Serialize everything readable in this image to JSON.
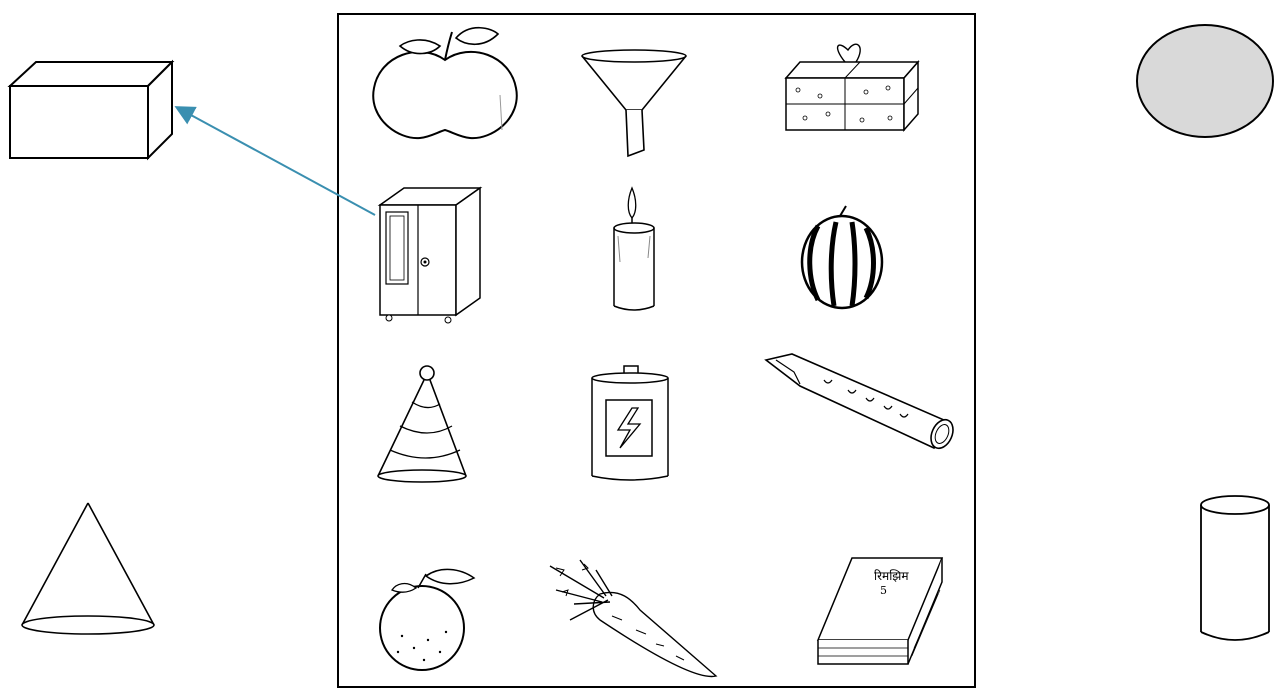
{
  "worksheet": {
    "shapes": [
      {
        "id": "cuboid",
        "icon": "cuboid-icon"
      },
      {
        "id": "sphere",
        "icon": "sphere-icon"
      },
      {
        "id": "cone",
        "icon": "cone-icon"
      },
      {
        "id": "cylinder",
        "icon": "cylinder-icon"
      }
    ],
    "objects": [
      {
        "id": "apple",
        "icon": "apple-icon"
      },
      {
        "id": "funnel",
        "icon": "funnel-icon"
      },
      {
        "id": "gift-box",
        "icon": "gift-box-icon"
      },
      {
        "id": "cupboard",
        "icon": "cupboard-icon"
      },
      {
        "id": "candle",
        "icon": "candle-icon"
      },
      {
        "id": "watermelon",
        "icon": "watermelon-icon"
      },
      {
        "id": "party-hat",
        "icon": "party-hat-icon"
      },
      {
        "id": "battery",
        "icon": "battery-icon"
      },
      {
        "id": "flute",
        "icon": "flute-icon"
      },
      {
        "id": "orange",
        "icon": "orange-icon"
      },
      {
        "id": "carrot",
        "icon": "carrot-icon"
      },
      {
        "id": "book",
        "icon": "book-icon"
      }
    ],
    "book_cover": {
      "title": "रिमझिम",
      "number": "5"
    },
    "example_link": {
      "from": "cupboard",
      "to": "cuboid",
      "color": "#3a8fb0"
    }
  }
}
